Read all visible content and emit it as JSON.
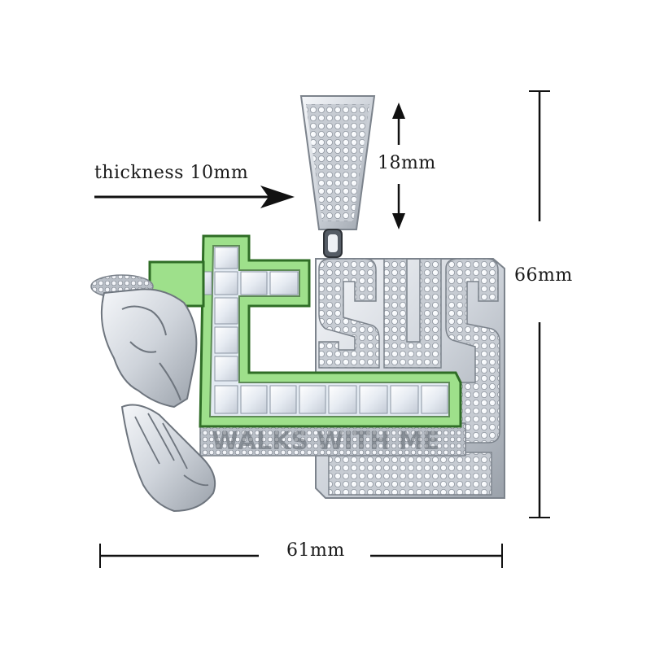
{
  "dimensions": {
    "thickness": "thickness 10mm",
    "bail_height": "18mm",
    "total_height": "66mm",
    "total_width": "61mm"
  },
  "pendant": {
    "letters": "SUS",
    "subtext": "WALKS WITH ME"
  },
  "colors": {
    "metal": "#d9dde3",
    "metal_shadow": "#8c939c",
    "enamel": "#9ee08b",
    "enamel_edge": "#4a9a3a",
    "stone": "#f4f6fb",
    "line": "#111111"
  }
}
